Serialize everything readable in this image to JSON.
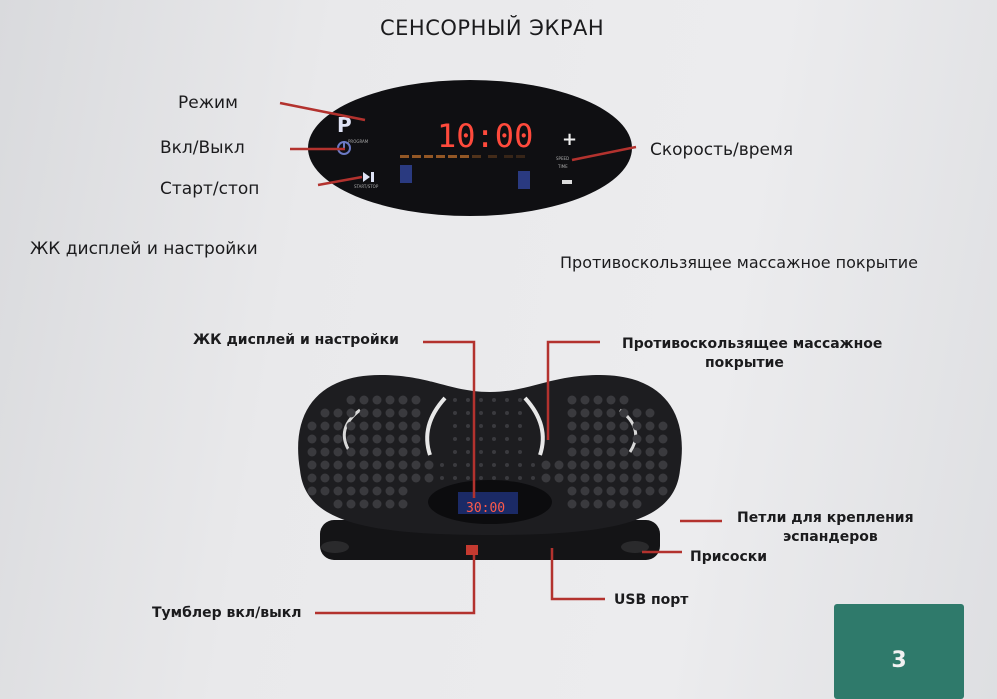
{
  "title": "СЕНСОРНЫЙ ЭКРАН",
  "panel": {
    "labels": {
      "mode": "Режим",
      "power": "Вкл/Выкл",
      "start_stop": "Старт/стоп",
      "speed_time": "Скорость/время"
    },
    "display_time": "10:00",
    "button_captions": {
      "program": "PROGRAM",
      "start_stop": "START/STOP",
      "speed": "SPEED",
      "time": "TIME"
    }
  },
  "mid_labels": {
    "lcd": "ЖК дисплей и настройки",
    "surface": "Противоскользящее массажное покрытие"
  },
  "device": {
    "display_time": "30:00",
    "labels": {
      "lcd": "ЖК дисплей и настройки",
      "surface_line1": "Противоскользящее массажное",
      "surface_line2": "покрытие",
      "loops_line1": "Петли для крепления",
      "loops_line2": "эспандеров",
      "suction": "Присоски",
      "usb": "USB порт",
      "toggle": "Тумблер вкл/выкл"
    }
  },
  "colors": {
    "leader": "#b3322e",
    "page_box": "#2f7a6b",
    "display_red": "#ff3b3b"
  },
  "page_number": "3"
}
